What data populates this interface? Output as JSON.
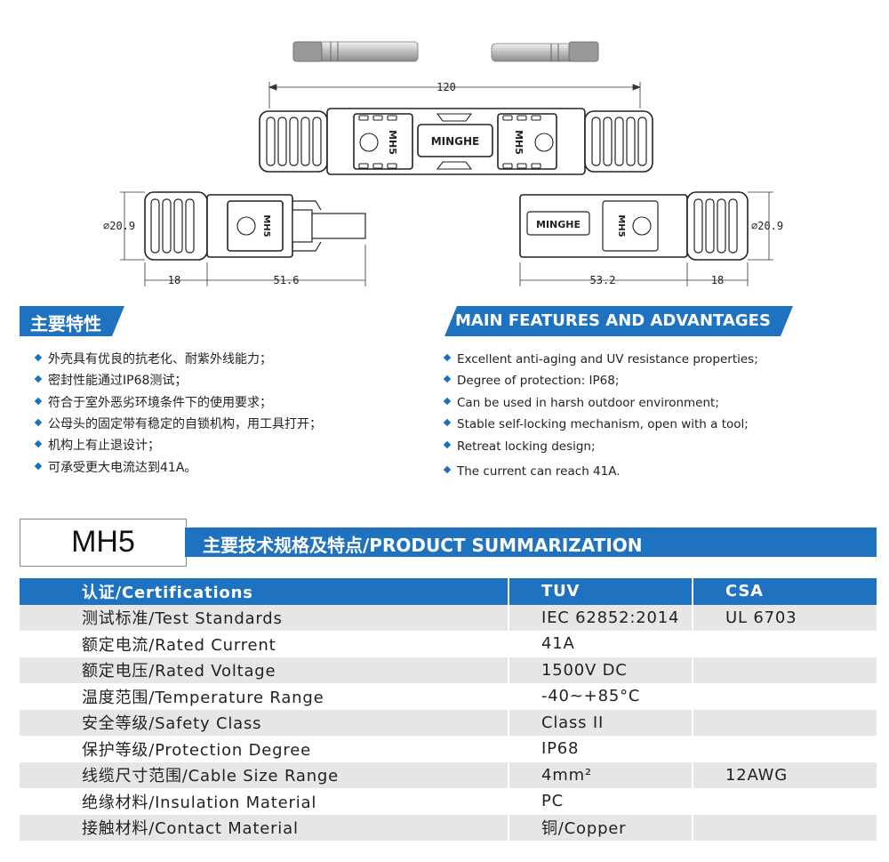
{
  "drawing": {
    "dim_total": "120",
    "dim_diameter_left": "⌀20.9",
    "dim_diameter_right": "⌀20.9",
    "dim_left_a": "18",
    "dim_left_b": "51.6",
    "dim_right_a": "53.2",
    "dim_right_b": "18",
    "brand": "MINGHE",
    "model_mark": "MH5"
  },
  "features_cn": {
    "title": "主要特性",
    "items": [
      "外壳具有优良的抗老化、耐紫外线能力；",
      "密封性能通过IP68测试；",
      "符合于室外恶劣环境条件下的使用要求；",
      "公母头的固定带有稳定的自锁机构，用工具打开；",
      "机构上有止退设计；",
      "可承受更大电流达到41A。"
    ]
  },
  "features_en": {
    "title": "MAIN FEATURES AND ADVANTAGES",
    "items": [
      "Excellent anti-aging and UV resistance properties;",
      "Degree of protection: IP68;",
      "Can be used in harsh outdoor environment;",
      "Stable self-locking mechanism, open with a tool;",
      "Retreat locking design;",
      "The current can reach 41A."
    ]
  },
  "summary": {
    "model": "MH5",
    "title": "主要技术规格及特点/PRODUCT SUMMARIZATION"
  },
  "spec_table": {
    "header": [
      "认证/Certifications",
      "TUV",
      "CSA"
    ],
    "rows": [
      [
        "测试标准/Test Standards",
        "IEC 62852:2014",
        "UL 6703"
      ],
      [
        "额定电流/Rated Current",
        "41A",
        ""
      ],
      [
        "额定电压/Rated Voltage",
        "1500V DC",
        ""
      ],
      [
        "温度范围/Temperature Range",
        "-40~+85°C",
        ""
      ],
      [
        "安全等级/Safety Class",
        "Class II",
        ""
      ],
      [
        "保护等级/Protection Degree",
        "IP68",
        ""
      ],
      [
        "线缆尺寸范围/Cable Size Range",
        "4mm²",
        "12AWG"
      ],
      [
        "绝缘材料/Insulation Material",
        "PC",
        ""
      ],
      [
        "接触材料/Contact Material",
        "铜/Copper",
        ""
      ]
    ]
  },
  "colors": {
    "accent_blue": "#1f72c0",
    "row_gray": "#e6e6e6"
  }
}
